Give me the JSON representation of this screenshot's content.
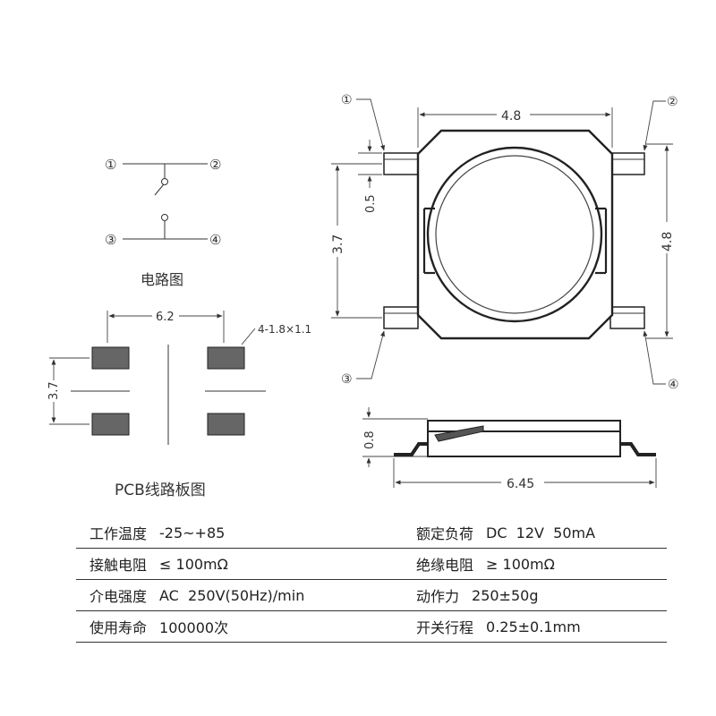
{
  "circuit": {
    "pin1": "①",
    "pin2": "②",
    "pin3": "③",
    "pin4": "④",
    "caption": "电路图"
  },
  "pcb": {
    "width_dim": "6.2",
    "height_dim": "3.7",
    "pad_note": "4-1.8×1.1",
    "caption": "PCB线路板图"
  },
  "top_view": {
    "pin1": "①",
    "pin2": "②",
    "pin3": "③",
    "pin4": "④",
    "width_dim": "4.8",
    "height_dim": "4.8",
    "pitch_dim": "3.7",
    "lead_dim": "0.5"
  },
  "side_view": {
    "height_dim": "0.8",
    "length_dim": "6.45"
  },
  "specs": {
    "rows": [
      {
        "l_label": "工作温度",
        "l_value": "-25~+85",
        "r_label": "额定负荷",
        "r_value": "DC  12V  50mA"
      },
      {
        "l_label": "接触电阻",
        "l_value": "≤ 100mΩ",
        "r_label": "绝缘电阻",
        "r_value": "≥ 100mΩ"
      },
      {
        "l_label": "介电强度",
        "l_value": "AC  250V(50Hz)/min",
        "r_label": "动作力",
        "r_value": "250±50g"
      },
      {
        "l_label": "使用寿命",
        "l_value": "100000次",
        "r_label": "开关行程",
        "r_value": "0.25±0.1mm"
      }
    ]
  }
}
